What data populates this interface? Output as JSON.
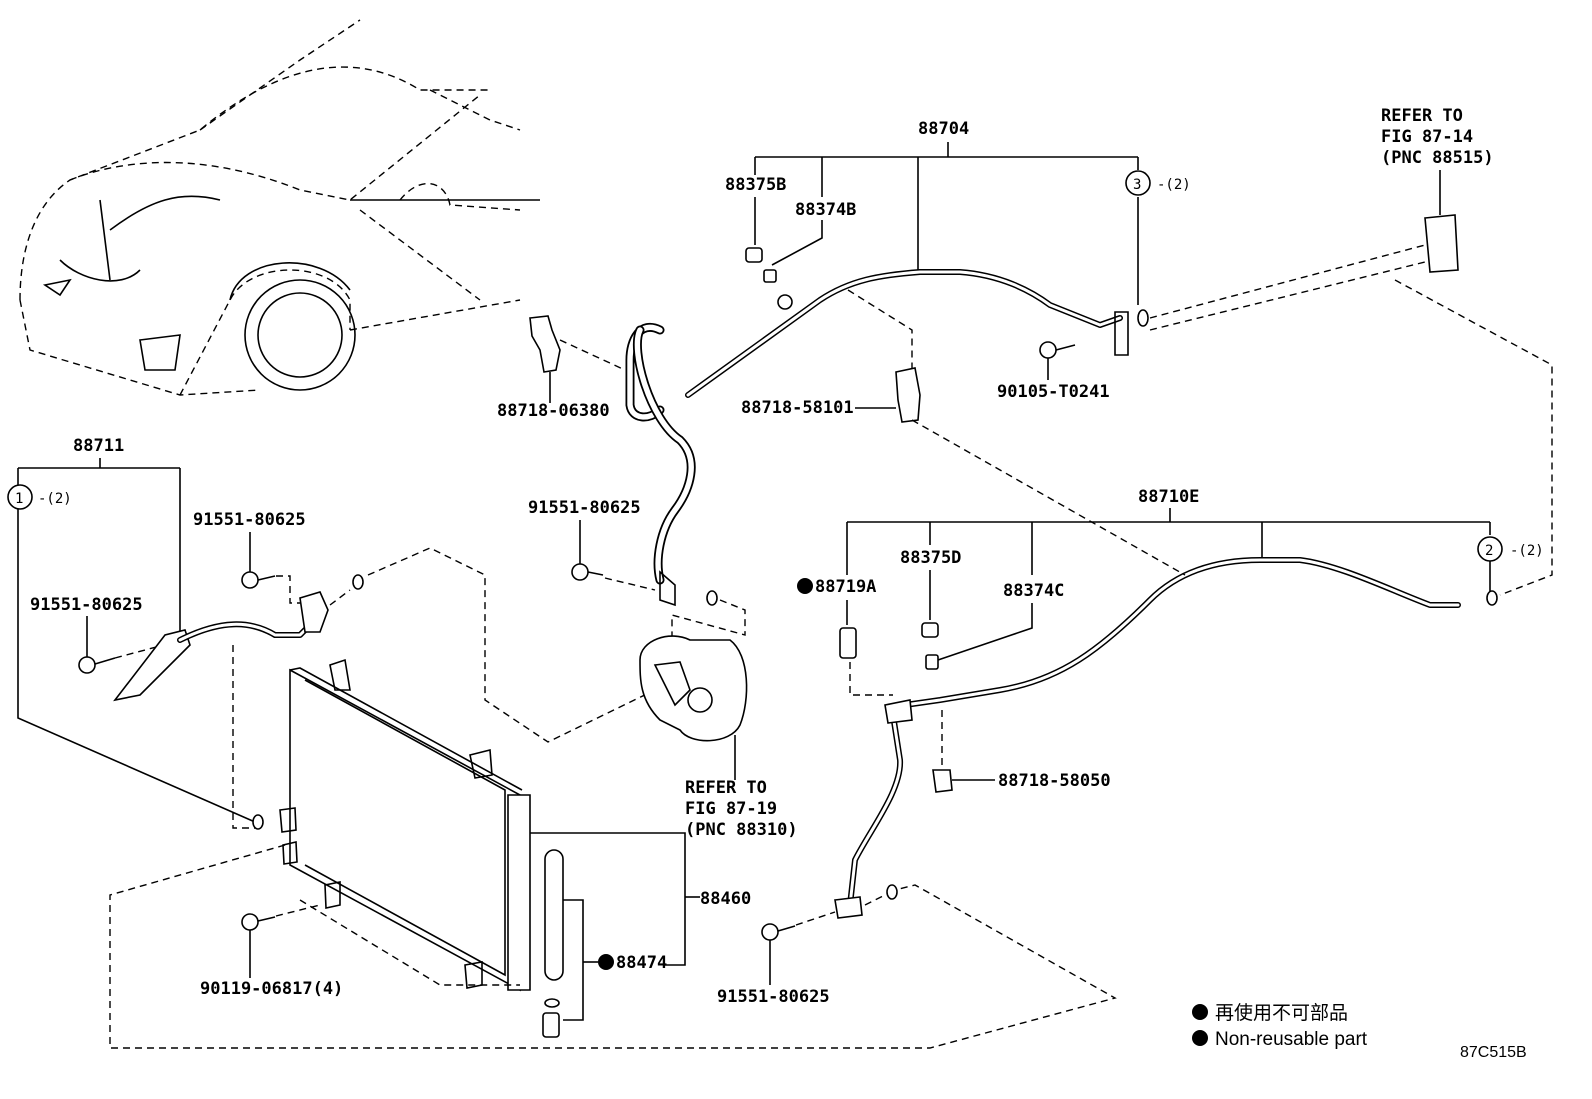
{
  "labels": {
    "p88704": "88704",
    "p88375B": "88375B",
    "p88374B": "88374B",
    "p88718_06380": "88718-06380",
    "p88718_58101": "88718-58101",
    "p90105_T0241": "90105-T0241",
    "ref_87_14_line1": "REFER TO",
    "ref_87_14_line2": "FIG 87-14",
    "ref_87_14_line3": "(PNC 88515)",
    "p88711": "88711",
    "p91551_80625_a": "91551-80625",
    "p91551_80625_b": "91551-80625",
    "p91551_80625_c": "91551-80625",
    "p91551_80625_d": "91551-80625",
    "p88710E": "88710E",
    "p88719A": "88719A",
    "p88375D": "88375D",
    "p88374C": "88374C",
    "p88718_58050": "88718-58050",
    "ref_87_19_line1": "REFER TO",
    "ref_87_19_line2": "FIG 87-19",
    "ref_87_19_line3": "(PNC 88310)",
    "p88460": "88460",
    "p88474": "88474",
    "p90119_06817": "90119-06817(4)",
    "circle1": "1",
    "circle1_qty": "-(2)",
    "circle2": "2",
    "circle2_qty": "-(2)",
    "circle3": "3",
    "circle3_qty": "-(2)"
  },
  "legend": {
    "jp": "再使用不可部品",
    "en": "Non-reusable part"
  },
  "figure_code": "87C515B"
}
